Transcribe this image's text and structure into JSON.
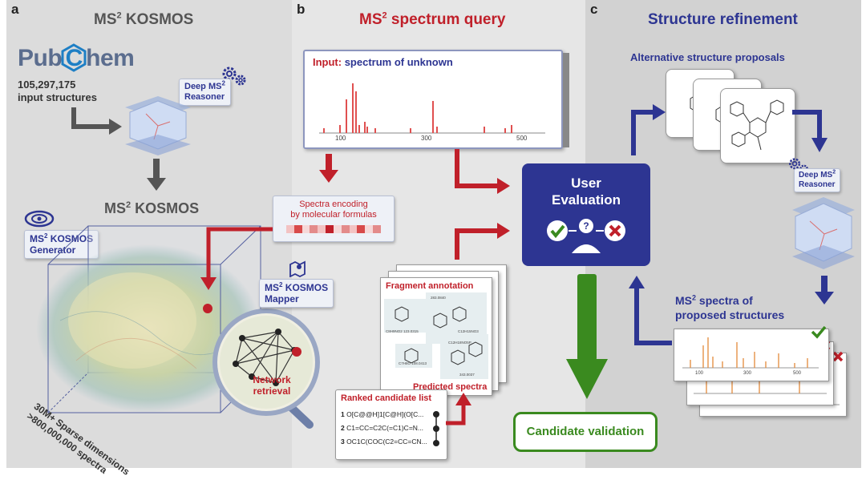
{
  "panels": {
    "a": {
      "letter": "a",
      "title_main": "MS",
      "title_sup": "2",
      "title_rest": " KOSMOS",
      "pubchem": {
        "part1": "Pub",
        "part2": "C",
        "part3": "hem",
        "color": "#5b6d8e",
        "accent": "#1e7fc5"
      },
      "input_count": "105,297,175",
      "input_label": "input structures",
      "reasoner_label_1": "Deep MS",
      "reasoner_sup": "2",
      "reasoner_label_2": "Reasoner",
      "kosmos_label_main": "MS",
      "kosmos_label_sup": "2",
      "kosmos_label_rest": " KOSMOS",
      "generator_label_1": "MS",
      "generator_sup": "2",
      "generator_label_2": " KOSMOS",
      "generator_label_3": "Generator",
      "mapper_label_1": "MS",
      "mapper_sup": "2",
      "mapper_label_2": " KOSMOS",
      "mapper_label_3": "Mapper",
      "network_label_1": "Network",
      "network_label_2": "retrieval",
      "axis_label_1": "30M+ Sparse dimensions",
      "axis_label_2": ">800,000,000 spectra"
    },
    "b": {
      "letter": "b",
      "title_main": "MS",
      "title_sup": "2",
      "title_rest": " spectrum query",
      "input_label": "Input:",
      "input_rest": " spectrum of unknown",
      "spectrum_ticks": [
        "100",
        "300",
        "500"
      ],
      "encoding_label_1": "Spectra encoding",
      "encoding_label_2": "by molecular formulas",
      "fragment_title": "Fragment annotation",
      "predicted_label": "Predicted spectra",
      "ranked_title": "Ranked candidate list",
      "candidates": [
        {
          "rank": "1",
          "smiles": "O[C@@H]1[C@H](O[C..."
        },
        {
          "rank": "2",
          "smiles": "C1=CC=C2C(=C1)C=N..."
        },
        {
          "rank": "3",
          "smiles": "OC1C(COC(C2=CC=CN..."
        }
      ],
      "fragment_labels": [
        "C8H9NO2 123.0315",
        "283.0840",
        "C12H15NO3",
        "C12H18NO5P",
        "C7H8O 108.0413",
        "343.0037"
      ]
    },
    "center": {
      "user_eval_1": "User",
      "user_eval_2": "Evaluation",
      "candidate_validation": "Candidate validation",
      "navy": "#2d3592",
      "green": "#3a8a1f",
      "red": "#c0202a"
    },
    "c": {
      "letter": "c",
      "title": "Structure refinement",
      "alt_label": "Alternative structure proposals",
      "reasoner_label_1": "Deep MS",
      "reasoner_sup": "2",
      "reasoner_label_2": "Reasoner",
      "proposed_label_1": "MS",
      "proposed_sup": "2",
      "proposed_label_2": " spectra of",
      "proposed_label_3": "proposed structures",
      "spectrum_ticks": [
        "100",
        "300",
        "500"
      ]
    }
  }
}
